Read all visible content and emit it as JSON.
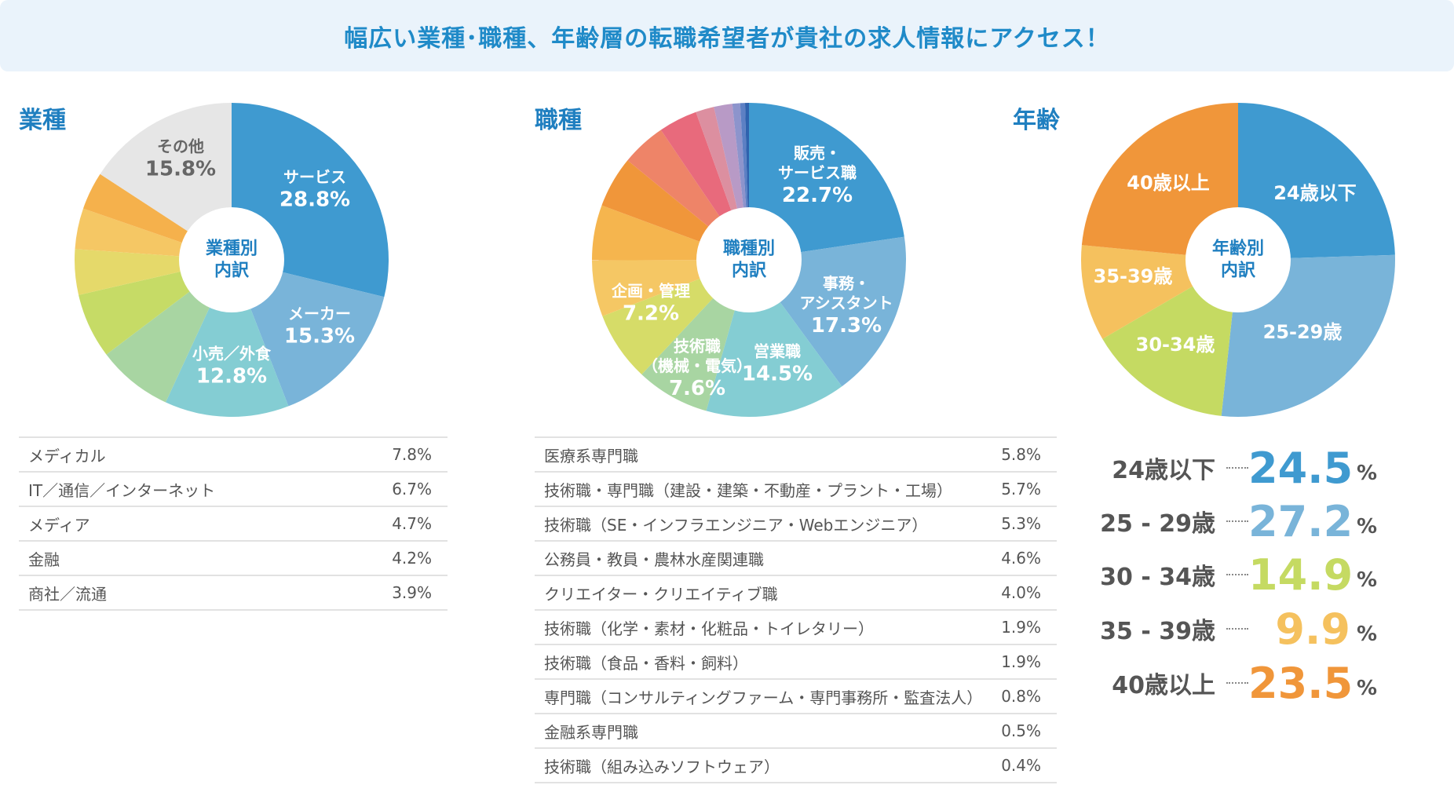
{
  "header": {
    "title": "幅広い業種･職種、年齢層の転職希望者が貴社の求人情報にアクセス！"
  },
  "chart_data": [
    {
      "type": "pie",
      "title": "業種",
      "center_label": "業種別\n内訳",
      "slices": [
        {
          "label": "サービス",
          "value": 28.8,
          "display": "28.8%",
          "color": "#3f9ad0"
        },
        {
          "label": "メーカー",
          "value": 15.3,
          "display": "15.3%",
          "color": "#79b4d9"
        },
        {
          "label": "小売／外食",
          "value": 12.8,
          "display": "12.8%",
          "color": "#84cdd3"
        },
        {
          "label": "メディカル",
          "value": 7.8,
          "display": "7.8%",
          "color": "#a8d5a2"
        },
        {
          "label": "IT／通信／インターネット",
          "value": 6.7,
          "display": "6.7%",
          "color": "#c6db66"
        },
        {
          "label": "メディア",
          "value": 4.7,
          "display": "4.7%",
          "color": "#e5d96a"
        },
        {
          "label": "金融",
          "value": 4.2,
          "display": "4.2%",
          "color": "#f5c764"
        },
        {
          "label": "商社／流通",
          "value": 3.9,
          "display": "3.9%",
          "color": "#f5b14c"
        },
        {
          "label": "その他",
          "value": 15.8,
          "display": "15.8%",
          "color": "#e6e6e6"
        }
      ]
    },
    {
      "type": "pie",
      "title": "職種",
      "center_label": "職種別\n内訳",
      "slices": [
        {
          "label": "販売・サービス職",
          "value": 22.7,
          "display": "22.7%",
          "color": "#3f9ad0"
        },
        {
          "label": "事務・アシスタント",
          "value": 17.3,
          "display": "17.3%",
          "color": "#79b4d9"
        },
        {
          "label": "営業職",
          "value": 14.5,
          "display": "14.5%",
          "color": "#84cdd3"
        },
        {
          "label": "技術職（機械・電気）",
          "value": 7.6,
          "display": "7.6%",
          "color": "#a8d5a2"
        },
        {
          "label": "企画・管理",
          "value": 7.2,
          "display": "7.2%",
          "color": "#d6dc68"
        },
        {
          "label": "医療系専門職",
          "value": 5.8,
          "display": "5.8%",
          "color": "#f5c764"
        },
        {
          "label": "技術職・専門職（建設・建築・不動産・プラント・工場）",
          "value": 5.7,
          "display": "5.7%",
          "color": "#f5b54e"
        },
        {
          "label": "技術職（SE・インフラエンジニア・Webエンジニア）",
          "value": 5.3,
          "display": "5.3%",
          "color": "#f0963a"
        },
        {
          "label": "公務員・教員・農林水産関連職",
          "value": 4.6,
          "display": "4.6%",
          "color": "#ee8468"
        },
        {
          "label": "クリエイター・クリエイティブ職",
          "value": 4.0,
          "display": "4.0%",
          "color": "#e86a7c"
        },
        {
          "label": "技術職（化学・素材・化粧品・トイレタリー）",
          "value": 1.9,
          "display": "1.9%",
          "color": "#dc8fa0"
        },
        {
          "label": "技術職（食品・香料・飼料）",
          "value": 1.9,
          "display": "1.9%",
          "color": "#b89ac6"
        },
        {
          "label": "専門職（コンサルティングファーム・専門事務所・監査法人）",
          "value": 0.8,
          "display": "0.8%",
          "color": "#8d94cc"
        },
        {
          "label": "金融系専門職",
          "value": 0.5,
          "display": "0.5%",
          "color": "#5d80c4"
        },
        {
          "label": "技術職（組み込みソフトウェア）",
          "value": 0.4,
          "display": "0.4%",
          "color": "#2f62ae"
        }
      ]
    },
    {
      "type": "pie",
      "title": "年齢",
      "center_label": "年齢別\n内訳",
      "slices": [
        {
          "label": "24歳以下",
          "value": 24.5,
          "display": "24.5",
          "color": "#3f9ad0"
        },
        {
          "label": "25-29歳",
          "value": 27.2,
          "display": "27.2",
          "color": "#79b4d9"
        },
        {
          "label": "30-34歳",
          "value": 14.9,
          "display": "14.9",
          "color": "#c5da62"
        },
        {
          "label": "35-39歳",
          "value": 9.9,
          "display": "9.9",
          "color": "#f5c15e"
        },
        {
          "label": "40歳以上",
          "value": 23.5,
          "display": "23.5",
          "color": "#f0963a"
        }
      ]
    }
  ],
  "labels": {
    "ind": {
      "other": "その他",
      "service": "サービス",
      "maker": "メーカー",
      "retail": "小売／外食"
    },
    "job": {
      "sales1": "販売・",
      "sales2": "サービス職",
      "office1": "事務・",
      "office2": "アシスタント",
      "plan": "企画・管理",
      "tech1": "技術職",
      "tech2": "（機械・電気）",
      "eigyo": "営業職"
    },
    "age": {
      "l25": "25-29歳",
      "l30": "30-34歳",
      "l35": "35-39歳"
    },
    "pct": "%",
    "age_list": [
      {
        "label": "24歳以下",
        "value": "24.5"
      },
      {
        "label": "25 - 29歳",
        "value": "27.2"
      },
      {
        "label": "30 - 34歳",
        "value": "14.9"
      },
      {
        "label": "35 - 39歳",
        "value": "9.9"
      },
      {
        "label": "40歳以上",
        "value": "23.5"
      }
    ]
  },
  "center": {
    "ind1": "業種別",
    "ind2": "内訳",
    "job1": "職種別",
    "job2": "内訳",
    "age1": "年齢別",
    "age2": "内訳"
  }
}
